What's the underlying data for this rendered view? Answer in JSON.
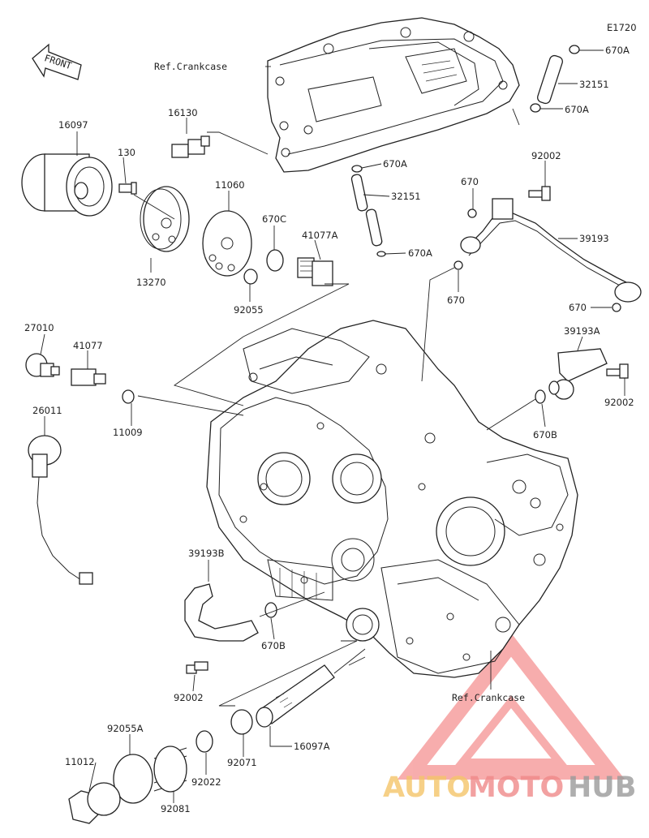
{
  "diagram": {
    "code": "E1720",
    "front_label": "FRONT",
    "references": [
      "Ref.Crankcase",
      "Ref.Crankcase"
    ],
    "parts": {
      "p16097": "16097",
      "p130": "130",
      "p16130": "16130",
      "p11060": "11060",
      "p670C": "670C",
      "p41077A": "41077A",
      "p13270": "13270",
      "p92055": "92055",
      "p670A_1": "670A",
      "p32151_1": "32151",
      "p670A_2": "670A",
      "p670A_3": "670A",
      "p32151_2": "32151",
      "p670A_4": "670A",
      "p670_1": "670",
      "p92002_1": "92002",
      "p39193": "39193",
      "p670_2": "670",
      "p670_3": "670",
      "p27010": "27010",
      "p41077": "41077",
      "p11009": "11009",
      "p26011": "26011",
      "p39193A": "39193A",
      "p92002_2": "92002",
      "p670B_1": "670B",
      "p39193B": "39193B",
      "p670B_2": "670B",
      "p92002_3": "92002",
      "p92055A": "92055A",
      "p11012": "11012",
      "p92081": "92081",
      "p92022": "92022",
      "p92071": "92071",
      "p16097A": "16097A"
    }
  },
  "watermark": {
    "auto": "AUTO",
    "moto": "MOTO",
    "hub": "HUB",
    "colors": {
      "auto": "#f4c56a",
      "moto": "#f08a8a",
      "hub": "#9a9a9a",
      "triangle": "#f26b6b"
    }
  }
}
